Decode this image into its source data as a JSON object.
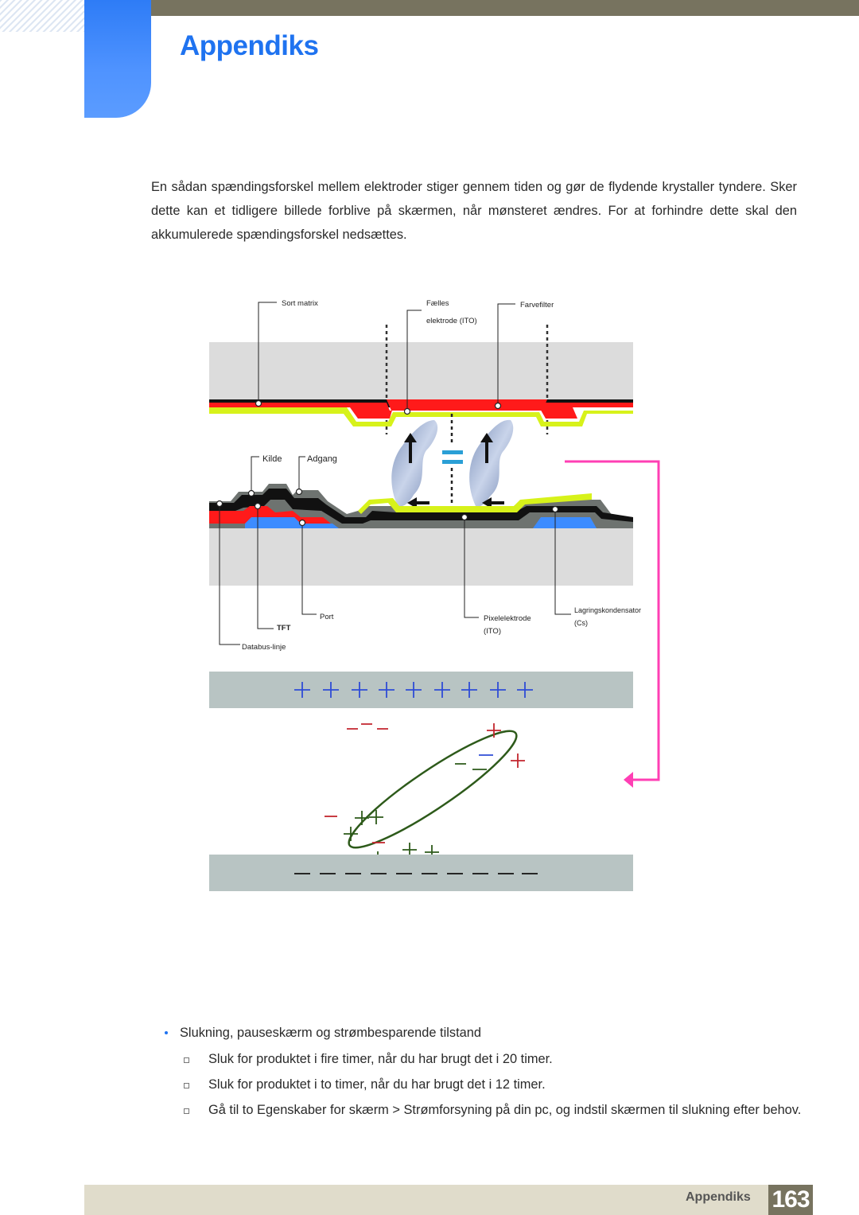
{
  "header": {
    "title": "Appendiks"
  },
  "paragraph": "En sådan spændingsforskel mellem elektroder stiger gennem tiden og gør de flydende krystaller tyndere. Sker dette kan et tidligere billede forblive på skærmen, når mønsteret ændres. For at forhindre dette skal den akkumulerede spændingsforskel nedsættes.",
  "diagram": {
    "labels": {
      "sort_matrix": "Sort matrix",
      "faelles_1": "Fælles",
      "faelles_2": "elektrode (ITO)",
      "farvefilter": "Farvefilter",
      "kilde": "Kilde",
      "adgang": "Adgang",
      "port": "Port",
      "tft": "TFT",
      "databus": "Databus-linje",
      "pixel_1": "Pixelelektrode",
      "pixel_2": "(ITO)",
      "lagring_1": "Lagringskondensator",
      "lagring_2": "(Cs)"
    },
    "colors": {
      "panel": "#dcdcdc",
      "glass": "#b8c4c3",
      "black_matrix": "#111111",
      "color_filter": "#ff1a1a",
      "yellow_green": "#d7f21a",
      "tft_blue": "#3d8cff",
      "magenta_arrow": "#ff3fb4",
      "plus_blue": "#2f4dd6",
      "crystal_green": "#2d5a1a"
    }
  },
  "bullets": {
    "main": "Slukning, pauseskærm og strømbesparende tilstand",
    "sub": [
      "Sluk for produktet i fire timer, når du har brugt det i 20 timer.",
      "Sluk for produktet i to timer, når du har brugt det i 12 timer.",
      "Gå til to Egenskaber for skærm > Strømforsyning på din pc, og indstil skærmen til slukning efter behov."
    ]
  },
  "footer": {
    "label": "Appendiks",
    "page": "163"
  }
}
